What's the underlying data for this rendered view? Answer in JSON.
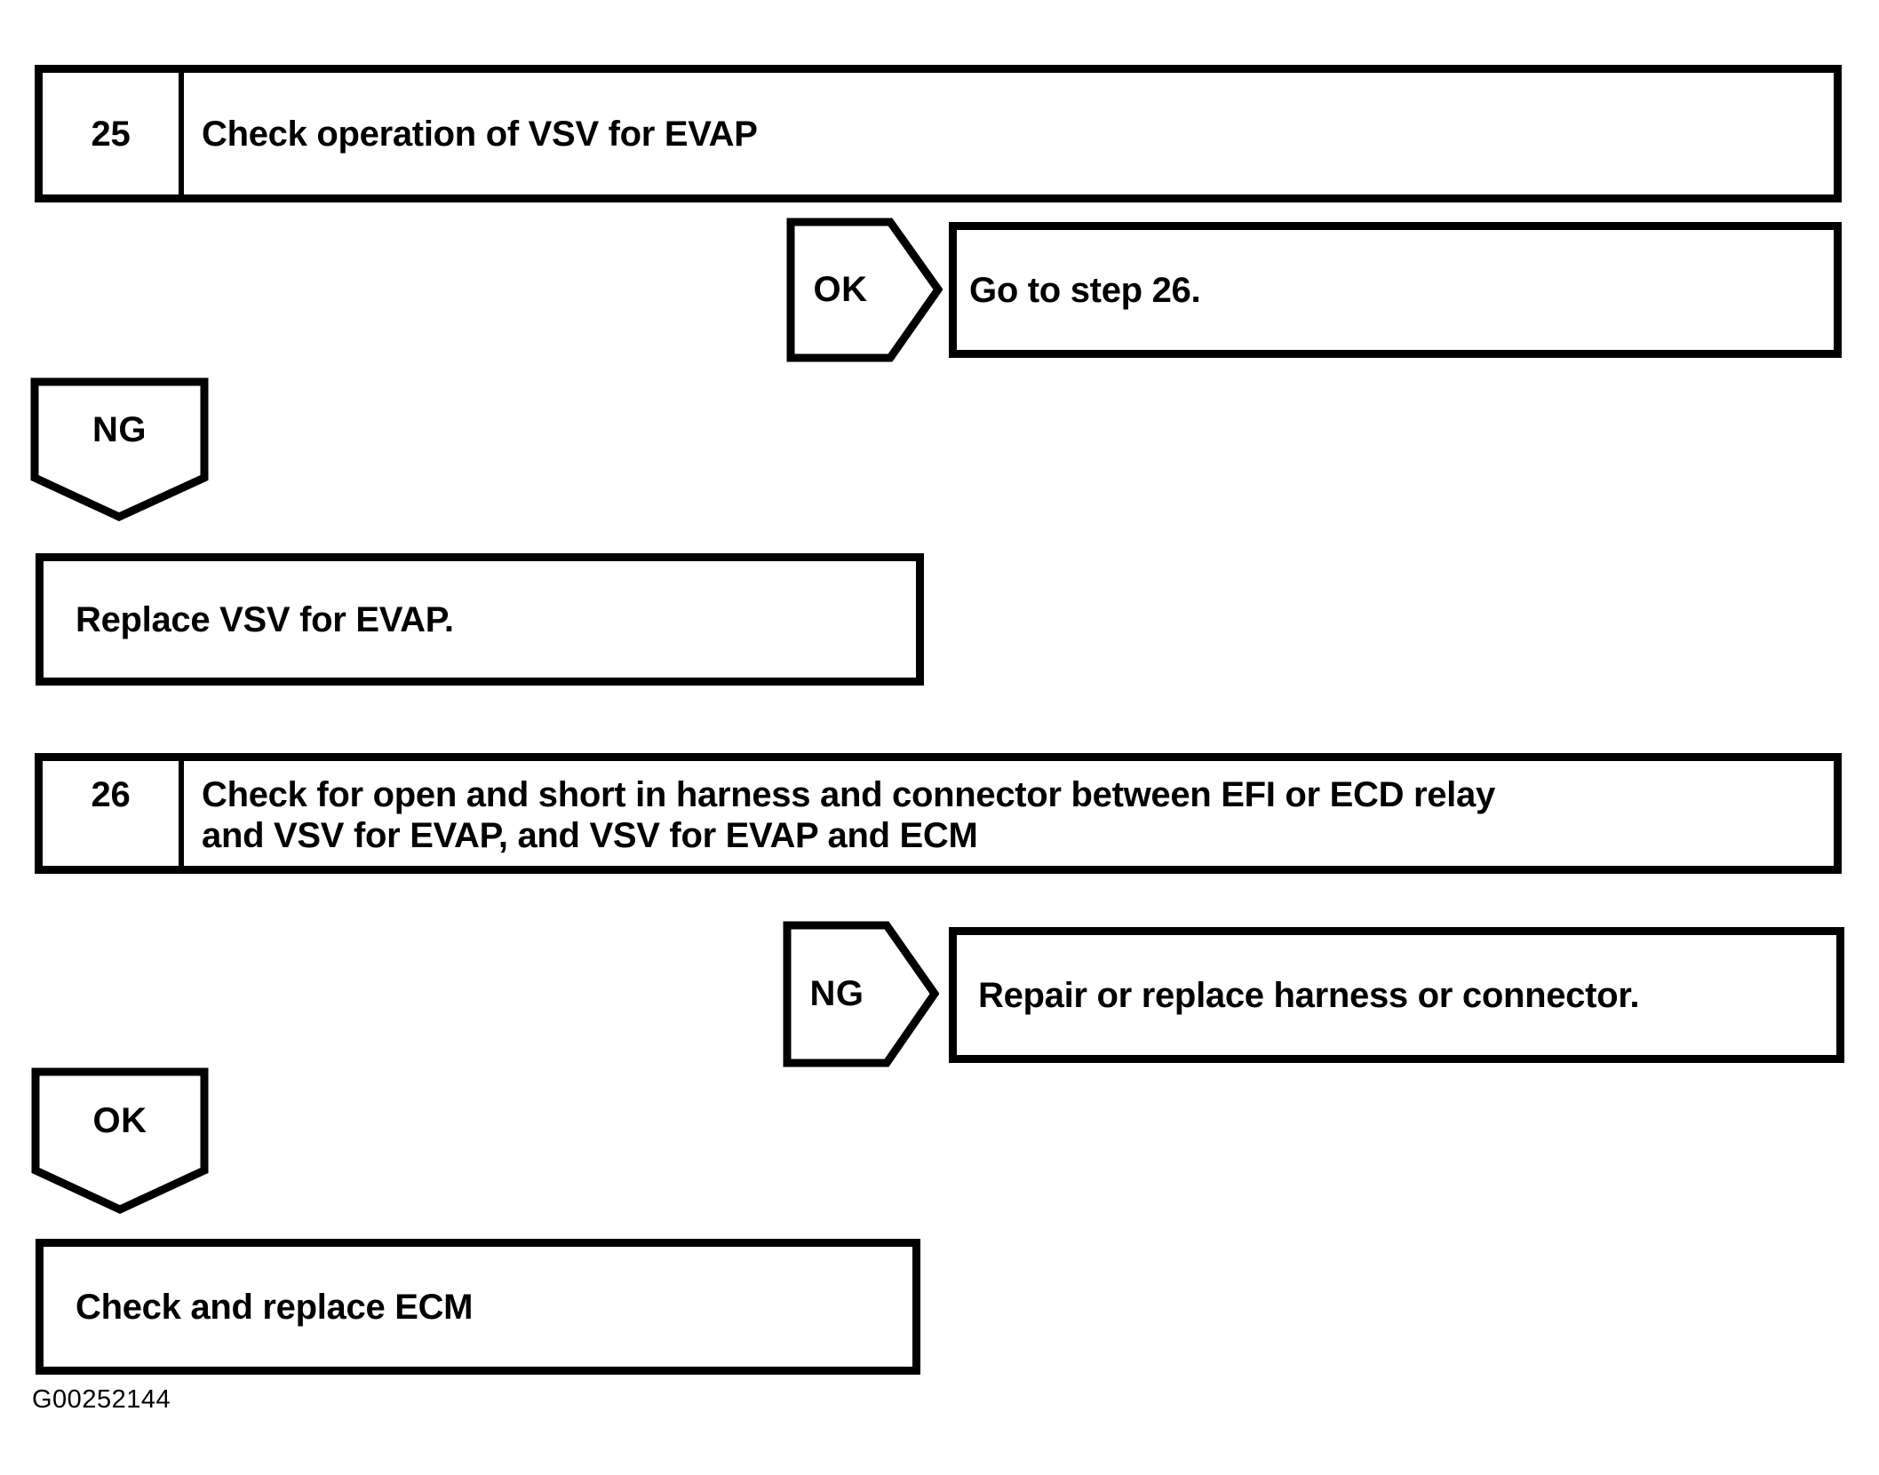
{
  "figure": {
    "id": "G00252144"
  },
  "colors": {
    "ink": "#000000",
    "paper": "#ffffff"
  },
  "steps": {
    "s25": {
      "number": "25",
      "instruction": "Check operation of VSV for EVAP"
    },
    "s26": {
      "number": "26",
      "instruction_line1": "Check for open and short in harness and connector between EFI or ECD relay",
      "instruction_line2": "and VSV for EVAP, and VSV for EVAP and ECM"
    }
  },
  "branches": {
    "s25_ok": {
      "label": "OK",
      "action": "Go to step 26."
    },
    "s25_ng": {
      "label": "NG",
      "action": "Replace VSV for EVAP."
    },
    "s26_ng": {
      "label": "NG",
      "action": "Repair or replace harness or connector."
    },
    "s26_ok": {
      "label": "OK",
      "action": "Check and replace ECM"
    }
  }
}
